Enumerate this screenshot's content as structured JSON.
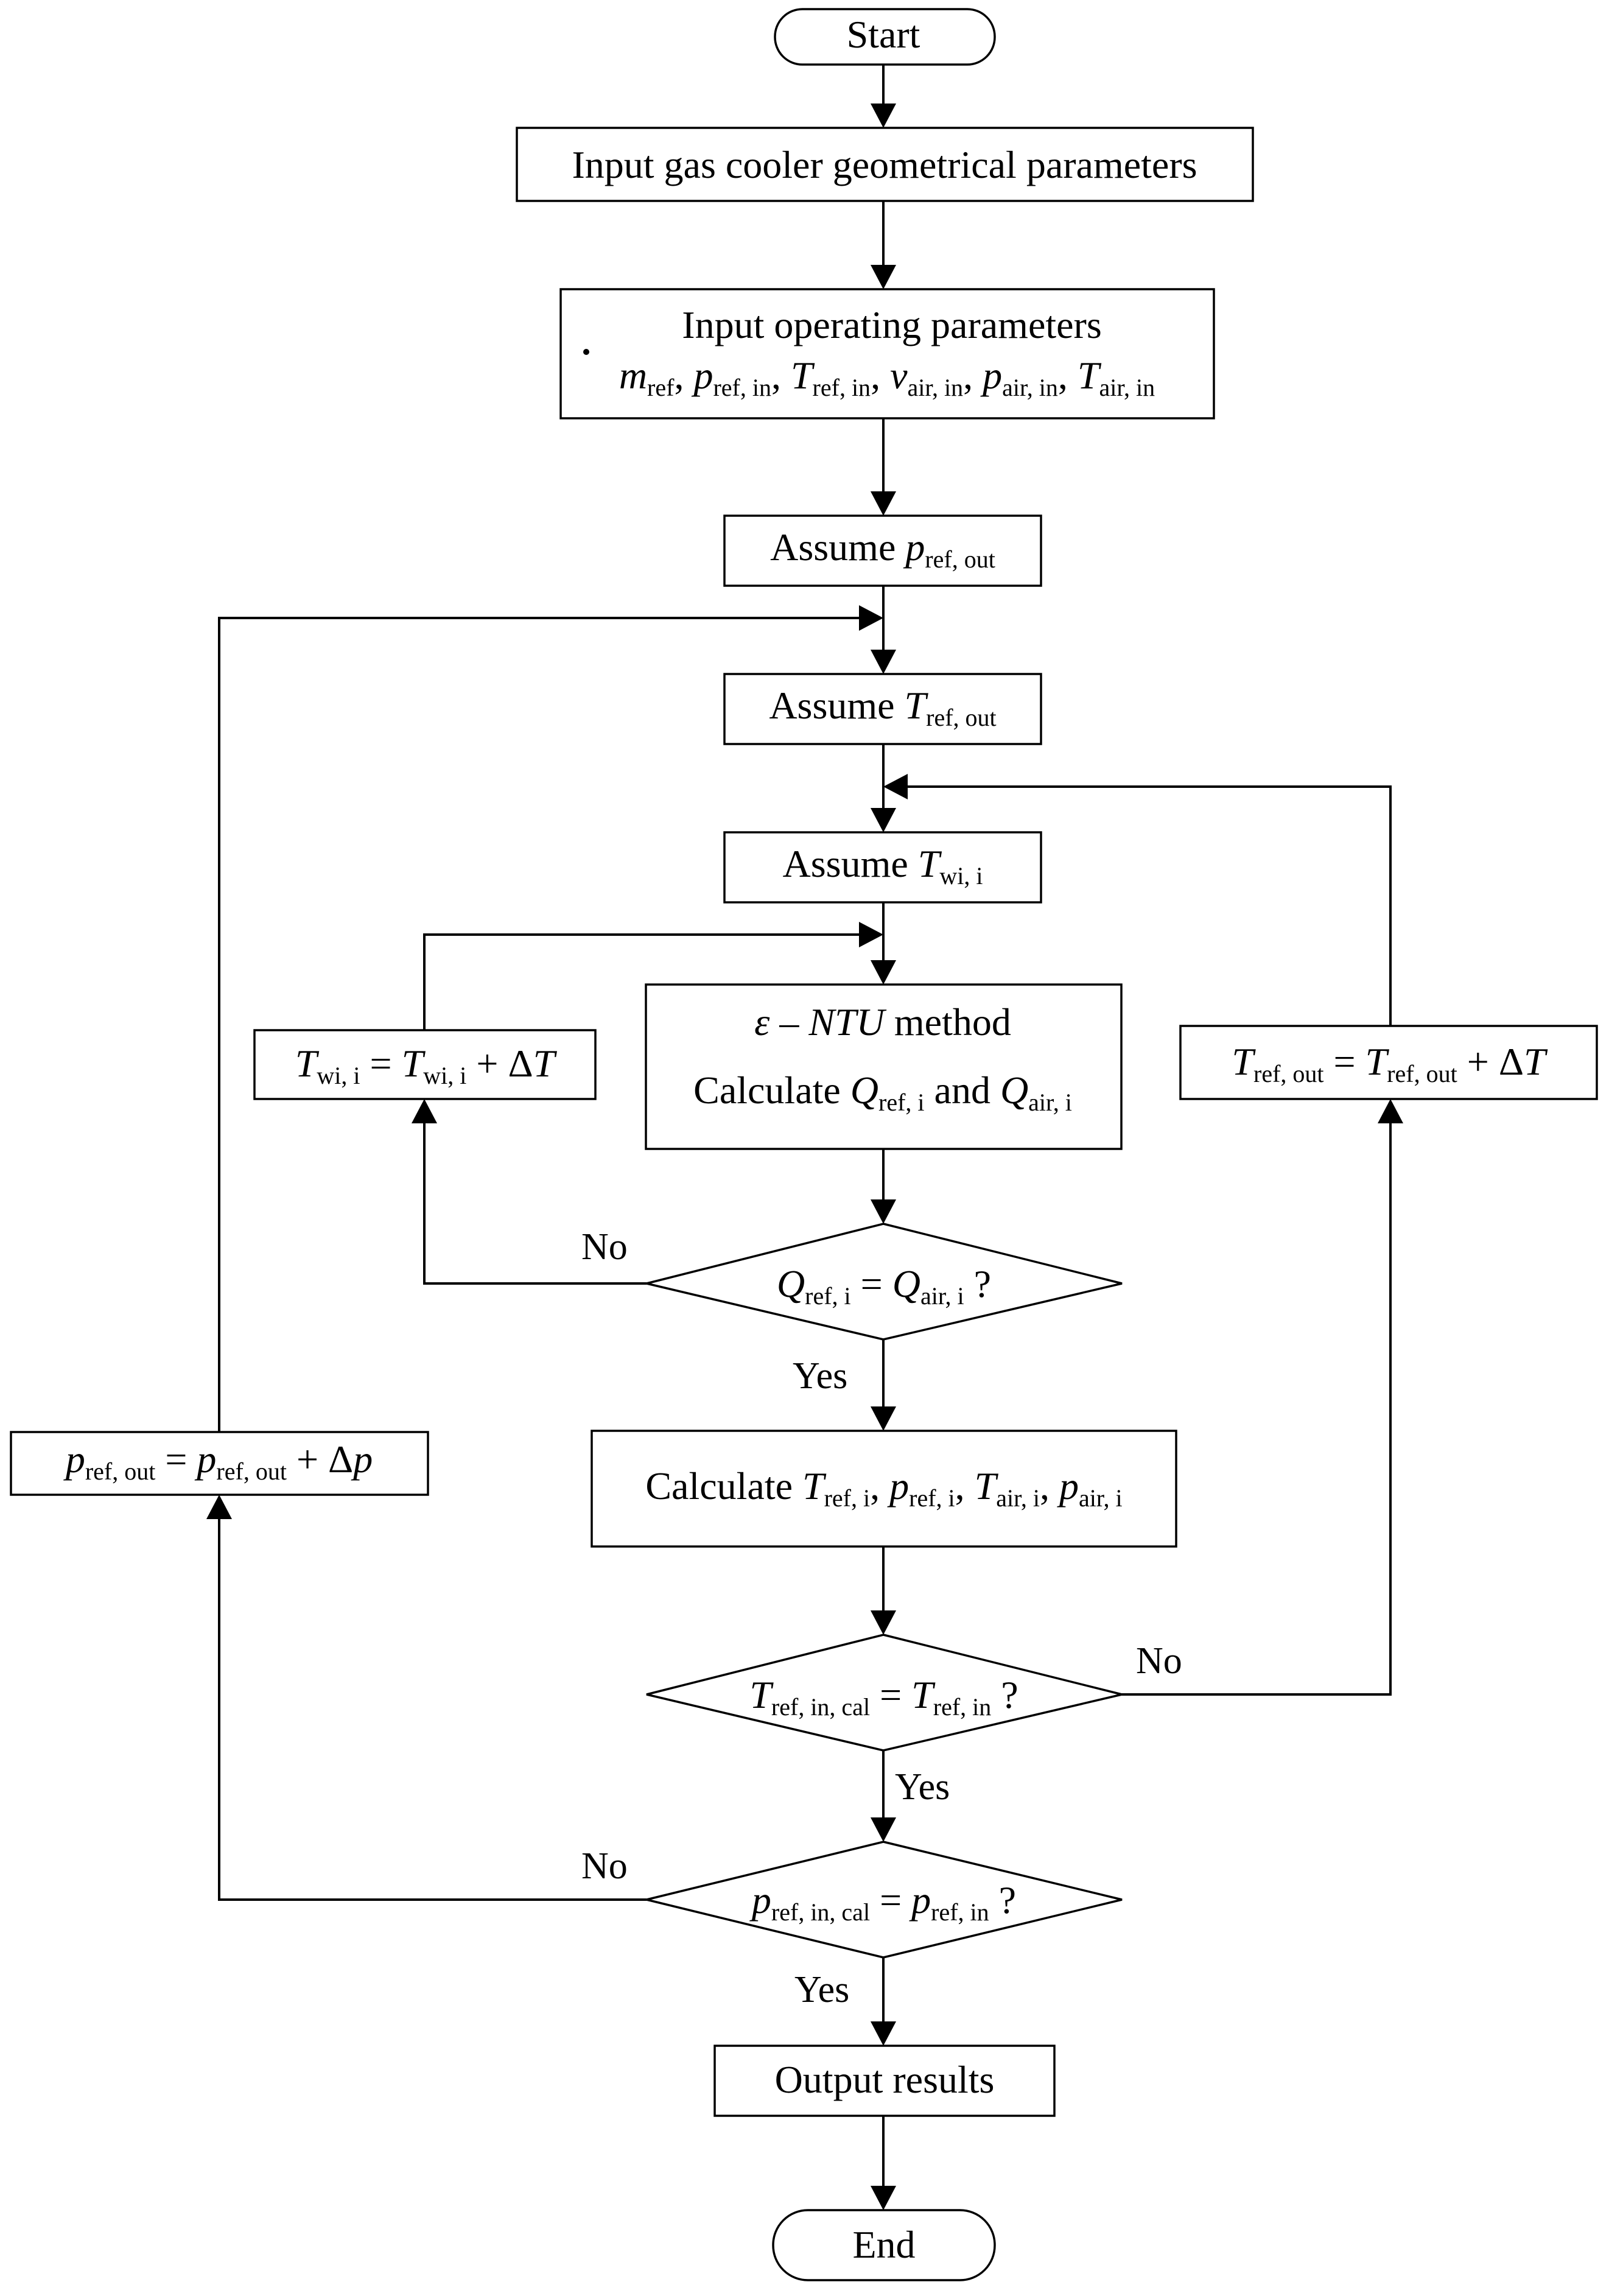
{
  "start": "Start",
  "end": "End",
  "input_geometry": "Input gas cooler geometrical parameters",
  "input_operating": {
    "title": "Input operating parameters",
    "m": "m",
    "m_sub": "ref",
    "sep": ",",
    "p1": "p",
    "p1_sub": "ref, in",
    "t1": "T",
    "t1_sub": "ref, in",
    "v1": "v",
    "v1_sub": "air, in",
    "p2": "p",
    "p2_sub": "air, in",
    "t2": "T",
    "t2_sub": "air, in"
  },
  "assume_p": {
    "word": "Assume",
    "var": "p",
    "sub": "ref, out"
  },
  "assume_tref": {
    "word": "Assume",
    "var": "T",
    "sub": "ref, out"
  },
  "assume_twi": {
    "word": "Assume",
    "var": "T",
    "sub": "wi, i"
  },
  "ntu_box": {
    "eps": "ε",
    "dash": "–",
    "ntu": "NTU",
    "method": "method",
    "calc": "Calculate",
    "q": "Q",
    "q1_sub": "ref, i",
    "and": "and",
    "q2_sub": "air, i"
  },
  "twi_update": {
    "t": "T",
    "sub": "wi, i",
    "eq": "=",
    "plus": "+",
    "delta": "Δ"
  },
  "tref_update": {
    "t": "T",
    "sub": "ref, out",
    "eq": "=",
    "plus": "+",
    "delta": "Δ"
  },
  "pref_update": {
    "p": "p",
    "sub": "ref, out",
    "eq": "=",
    "plus": "+",
    "delta": "Δ"
  },
  "decision_q": {
    "q": "Q",
    "sub1": "ref, i",
    "eq": "=",
    "sub2": "air, i",
    "qm": "?"
  },
  "calc_box": {
    "calc": "Calculate",
    "t": "T",
    "p": "p",
    "sub_ref": "ref, i",
    "sub_air": "air, i",
    "comma": ","
  },
  "decision_t": {
    "t": "T",
    "sub1": "ref, in, cal",
    "eq": "=",
    "sub2": "ref, in",
    "qm": "?"
  },
  "decision_p": {
    "p": "p",
    "sub1": "ref, in, cal",
    "eq": "=",
    "sub2": "ref, in",
    "qm": "?"
  },
  "output": "Output results",
  "labels": {
    "no": "No",
    "yes": "Yes"
  }
}
